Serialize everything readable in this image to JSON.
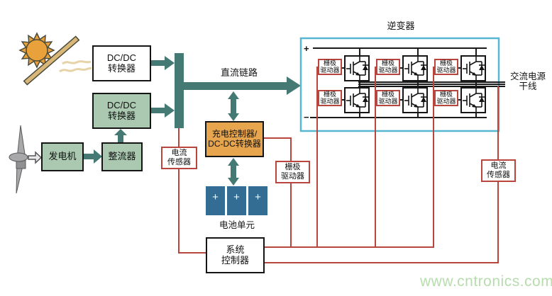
{
  "labels": {
    "dc_link": "直流链路",
    "inverter_title": "逆变器",
    "ac_mains_1": "交流电源",
    "ac_mains_2": "干线",
    "battery_label": "电池单元",
    "rail_plus": "+",
    "rail_minus": "−",
    "watermark": "www.cntronics.com"
  },
  "boxes": {
    "solar_dcdc": {
      "line1": "DC/DC",
      "line2": "转换器"
    },
    "wind_dcdc": {
      "line1": "DC/DC",
      "line2": "转换器"
    },
    "generator": {
      "label": "发电机"
    },
    "rectifier": {
      "label": "整流器"
    },
    "charge_controller": {
      "line1": "充电控制器/",
      "line2": "DC-DC转换器"
    },
    "system_controller": {
      "line1": "系统",
      "line2": "控制器"
    },
    "current_sensor_left": {
      "line1": "电流",
      "line2": "传感器"
    },
    "current_sensor_right": {
      "line1": "电流",
      "line2": "传感器"
    },
    "gate_driver_mid": {
      "line1": "栅极",
      "line2": "驱动器"
    }
  },
  "inverter": {
    "gate_drivers": [
      {
        "line1": "栅极",
        "line2": "驱动器"
      },
      {
        "line1": "栅极",
        "line2": "驱动器"
      },
      {
        "line1": "栅极",
        "line2": "驱动器"
      },
      {
        "line1": "栅极",
        "line2": "驱动器"
      },
      {
        "line1": "栅极",
        "line2": "驱动器"
      },
      {
        "line1": "栅极",
        "line2": "驱动器"
      }
    ]
  },
  "battery": {
    "plus": "+"
  },
  "icons": {
    "sun-icon": "sun with radiating spikes",
    "solar-panel-icon": "tilted solar panel bar with heat waves",
    "wind-turbine-icon": "two-blade wind turbine with hub",
    "igbt-icon": "IGBT transistor with anti-parallel diode (x6)",
    "dc-bus-icon": "vertical DC bus bar",
    "arrow-icon": "thick teal flow arrows"
  },
  "colors": {
    "flow_teal": "#447a73",
    "box_green": "#abc9b1",
    "box_orange": "#e7a54e",
    "battery_blue": "#336d94",
    "signal_red": "#b8463e",
    "inverter_cyan": "#55b7d2",
    "watermark_green": "#b7dcae"
  }
}
